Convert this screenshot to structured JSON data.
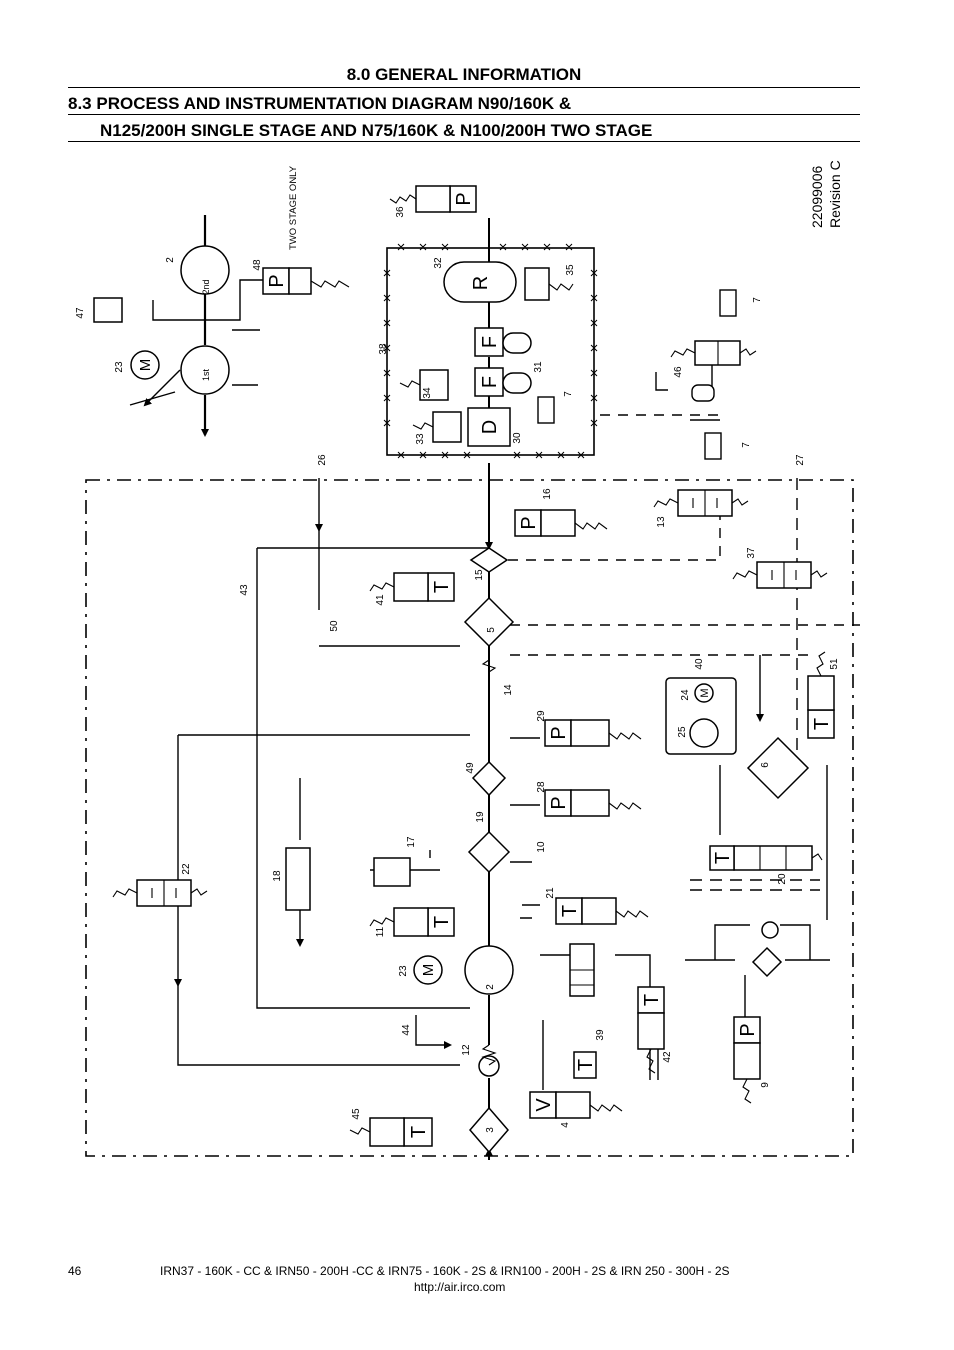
{
  "header": {
    "line1": "8.0 GENERAL INFORMATION",
    "line2": "8.3 PROCESS AND INSTRUMENTATION DIAGRAM N90/160K &",
    "line3": "N125/200H SINGLE STAGE AND N75/160K & N100/200H TWO STAGE"
  },
  "diagram": {
    "note": "TWO STAGE ONLY",
    "drawing_number": "22099006",
    "revision": "Revision C",
    "stage_labels": {
      "first": "1st",
      "second": "2nd"
    },
    "symbols": {
      "pressure": "P",
      "temperature": "T",
      "voltage": "V",
      "receiver": "R",
      "dryer": "D",
      "filter": "F",
      "motor": "M"
    },
    "numbers": [
      "2",
      "3",
      "4",
      "5",
      "6",
      "7",
      "9",
      "10",
      "11",
      "12",
      "13",
      "14",
      "15",
      "16",
      "17",
      "18",
      "19",
      "20",
      "21",
      "22",
      "23",
      "24",
      "25",
      "26",
      "27",
      "28",
      "29",
      "30",
      "31",
      "32",
      "33",
      "34",
      "35",
      "36",
      "37",
      "38",
      "39",
      "40",
      "41",
      "42",
      "43",
      "44",
      "45",
      "46",
      "47",
      "48",
      "49",
      "50",
      "51"
    ]
  },
  "footer": {
    "page": "46",
    "models": "IRN37 - 160K - CC & IRN50 - 200H -CC & IRN75 - 160K - 2S & IRN100 - 200H - 2S & IRN 250 - 300H - 2S",
    "url": "http://air.irco.com"
  }
}
